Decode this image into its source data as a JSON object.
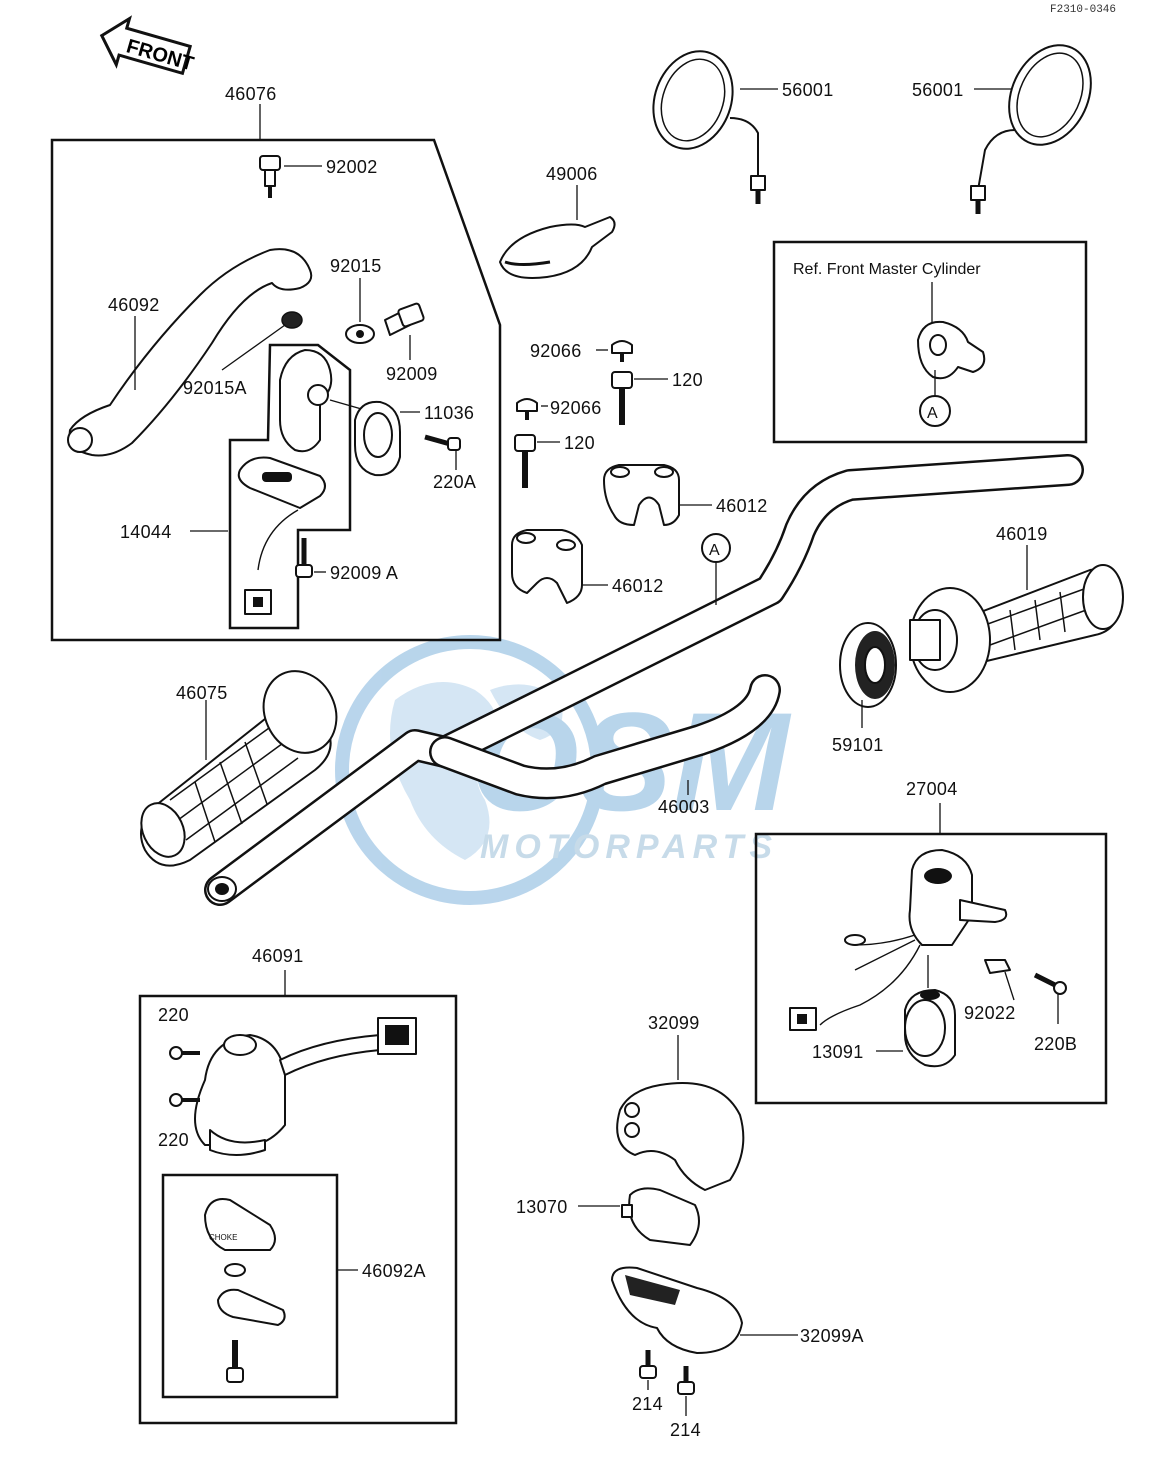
{
  "diagram": {
    "corner_code": "F2310-0346",
    "direction_arrow": "FRONT",
    "ref_box_title": "Ref. Front Master Cylinder",
    "ref_marker_a": "A",
    "bar_marker_a": "A",
    "choke_text": "CHOKE",
    "watermark": {
      "brand": "OSM",
      "sub": "MOTORPARTS",
      "color": "#7fb3dc"
    },
    "parts": {
      "p46076": "46076",
      "p92002": "92002",
      "p49006": "49006",
      "p56001_right": "56001",
      "p56001_left": "56001",
      "p92015": "92015",
      "p46092": "46092",
      "p92009": "92009",
      "p92015A": "92015A",
      "p11036": "11036",
      "p220A": "220A",
      "p14044": "14044",
      "p92009A": "92009 A",
      "p92066_top": "92066",
      "p120_top": "120",
      "p92066_mid": "92066",
      "p120_mid": "120",
      "p46012_right": "46012",
      "p46012_left": "46012",
      "p46019": "46019",
      "p46075": "46075",
      "p59101": "59101",
      "p46003": "46003",
      "p27004": "27004",
      "p92022": "92022",
      "p220B": "220B",
      "p13091": "13091",
      "p46091": "46091",
      "p220_top": "220",
      "p220_bottom": "220",
      "p46092A": "46092A",
      "p32099": "32099",
      "p13070": "13070",
      "p32099A": "32099A",
      "p214_left": "214",
      "p214_right": "214"
    }
  }
}
